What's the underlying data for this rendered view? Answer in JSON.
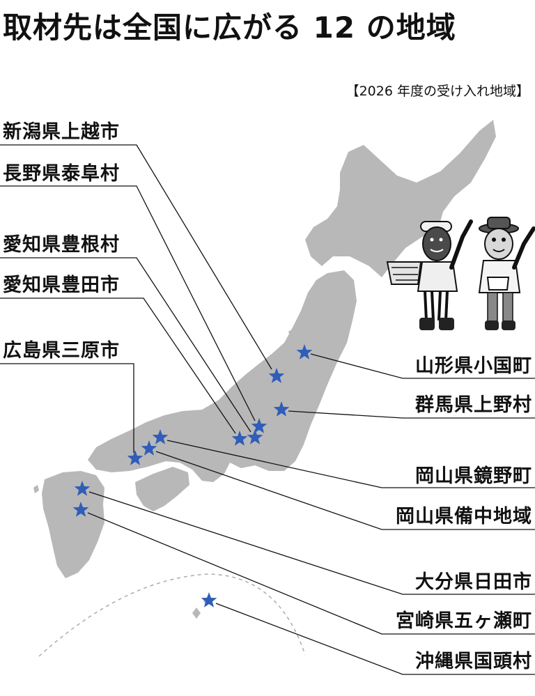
{
  "title": "取材先は全国に広がる 12 の地域",
  "subtitle": "【2026 年度の受け入れ地域】",
  "colors": {
    "land": "#b8b8b8",
    "marker": "#2f5db8",
    "line": "#111111"
  },
  "marker_icon": "star-icon",
  "regions": [
    {
      "label": "新潟県上越市"
    },
    {
      "label": "長野県泰阜村"
    },
    {
      "label": "愛知県豊根村"
    },
    {
      "label": "愛知県豊田市"
    },
    {
      "label": "広島県三原市"
    },
    {
      "label": "山形県小国町"
    },
    {
      "label": "群馬県上野村"
    },
    {
      "label": "岡山県鏡野町"
    },
    {
      "label": "岡山県備中地域"
    },
    {
      "label": "大分県日田市"
    },
    {
      "label": "宮崎県五ヶ瀬町"
    },
    {
      "label": "沖縄県国頭村"
    }
  ]
}
